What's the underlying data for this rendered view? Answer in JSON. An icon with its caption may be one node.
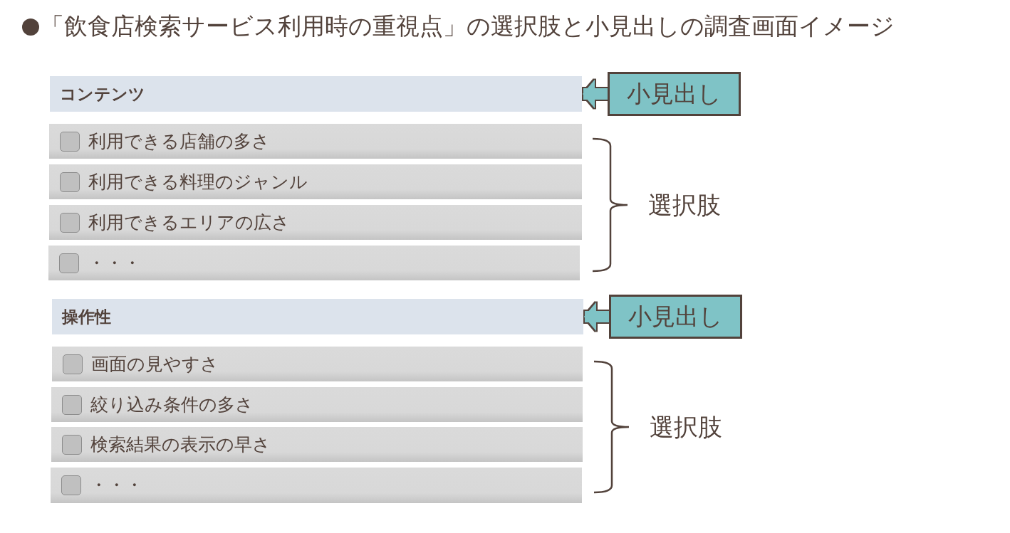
{
  "diagram": {
    "title": "「飲食店検索サービス利用時の重視点」の選択肢と小見出しの調査画面イメージ",
    "nodes": [
      {
        "text": [
          "コンテンツ"
        ]
      },
      {
        "text": [
          "利用できる店舗の多さ"
        ]
      },
      {
        "text": [
          "利用できる料理のジャンル"
        ]
      },
      {
        "text": [
          "利用できるエリアの広さ"
        ]
      },
      {
        "text": [
          "・・・"
        ]
      },
      {
        "text": [
          "操作性"
        ]
      },
      {
        "text": [
          "画面の見やすさ"
        ]
      },
      {
        "text": [
          "絞り込み条件の多さ"
        ]
      },
      {
        "text": [
          "検索結果の表示の早さ"
        ]
      },
      {
        "text": [
          "・・・"
        ]
      },
      {
        "text": [
          "小見出し"
        ]
      },
      {
        "text": [
          "小見出し"
        ]
      }
    ],
    "edges": [
      {
        "from": 10,
        "to": 0,
        "arrow": "to"
      },
      {
        "from": 11,
        "to": 5,
        "arrow": "to"
      }
    ],
    "labels": [
      "選択肢",
      "選択肢"
    ]
  }
}
